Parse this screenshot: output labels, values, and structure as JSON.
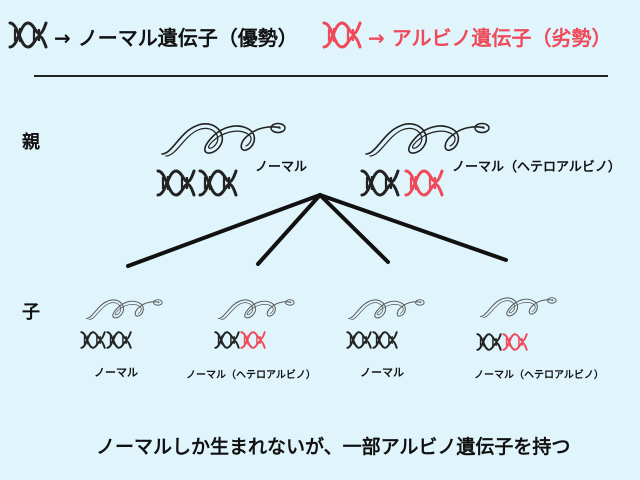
{
  "legend": {
    "normal": {
      "text": "→ ノーマル遺伝子（優勢）",
      "dna_icon": "dna-black-icon"
    },
    "albino": {
      "text": "→ アルビノ遺伝子（劣勢）",
      "dna_icon": "dna-red-icon",
      "color": "#f04a5a"
    }
  },
  "parents": {
    "label": "親",
    "items": [
      {
        "caption": "ノーマル",
        "genes": [
          "normal",
          "normal"
        ]
      },
      {
        "caption": "ノーマル（ヘテロアルビノ）",
        "genes": [
          "normal",
          "albino"
        ]
      }
    ]
  },
  "children": {
    "label": "子",
    "items": [
      {
        "caption": "ノーマル",
        "genes": [
          "normal",
          "normal"
        ]
      },
      {
        "caption": "ノーマル（ヘテロアルビノ）",
        "genes": [
          "normal",
          "albino"
        ]
      },
      {
        "caption": "ノーマル",
        "genes": [
          "normal",
          "normal"
        ]
      },
      {
        "caption": "ノーマル（ヘテロアルビノ）",
        "genes": [
          "normal",
          "albino"
        ]
      }
    ]
  },
  "footer": "ノーマルしか生まれないが、一部アルビノ遺伝子を持つ",
  "colors": {
    "background": "#dff4fb",
    "normal_gene": "#222222",
    "albino_gene": "#f04a5a"
  }
}
